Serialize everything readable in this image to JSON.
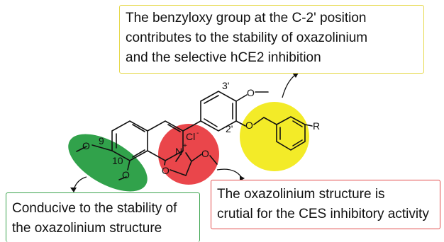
{
  "callouts": {
    "benzyloxy": {
      "lines": [
        "The benzyloxy group at the C-2' position",
        "contributes to the stability of oxazolinium",
        "and the selective hCE2 inhibition"
      ],
      "border_color": "#e6d84a"
    },
    "oxazolinium": {
      "lines": [
        "The oxazolinium structure is",
        "crutial for the CES inhibitory activity"
      ],
      "border_color": "#e24a4a"
    },
    "stability": {
      "lines": [
        "Conducive to the  stability of",
        "the  oxazolinium structure"
      ],
      "border_color": "#3aa34d"
    }
  },
  "structure_labels": {
    "pos_3p": "3'",
    "pos_2p": "2'",
    "pos_9": "9",
    "pos_10": "10",
    "substituent_r": "R",
    "chloride": "Cl",
    "chloride_charge": "-",
    "nitrogen": "N",
    "nitrogen_charge": "+",
    "oxygen": "O"
  },
  "highlight_colors": {
    "yellow": "#f2ea1c",
    "red": "#e8363c",
    "green": "#1f9a3c"
  }
}
